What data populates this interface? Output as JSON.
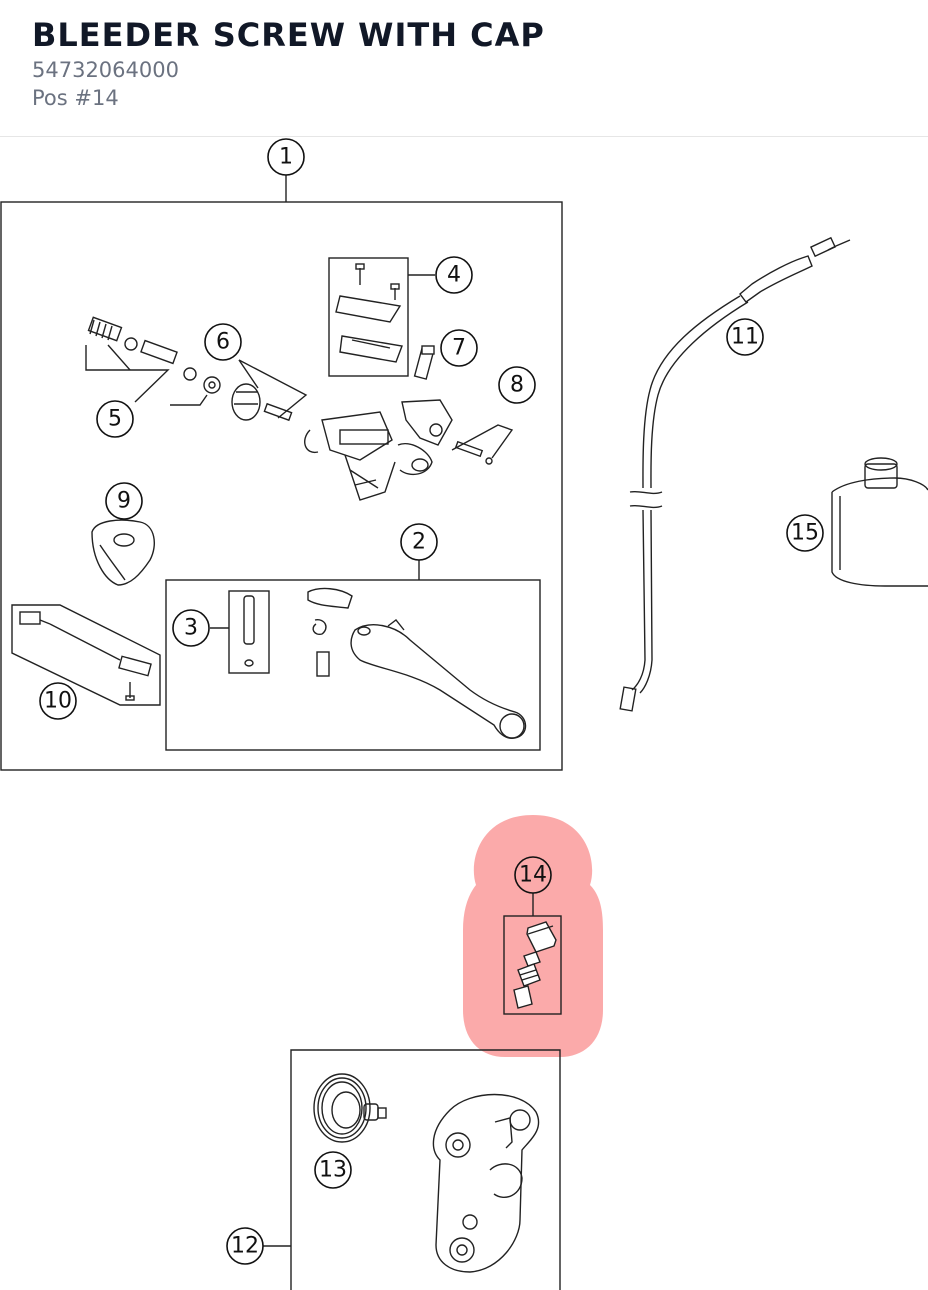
{
  "header": {
    "title": "BLEEDER SCREW WITH CAP",
    "part_number": "54732064000",
    "position": "Pos #14"
  },
  "diagram": {
    "highlight_color": "#f87171",
    "callouts": [
      "1",
      "2",
      "3",
      "4",
      "5",
      "6",
      "7",
      "8",
      "9",
      "10",
      "11",
      "12",
      "13",
      "14",
      "15"
    ],
    "selected": "14"
  }
}
